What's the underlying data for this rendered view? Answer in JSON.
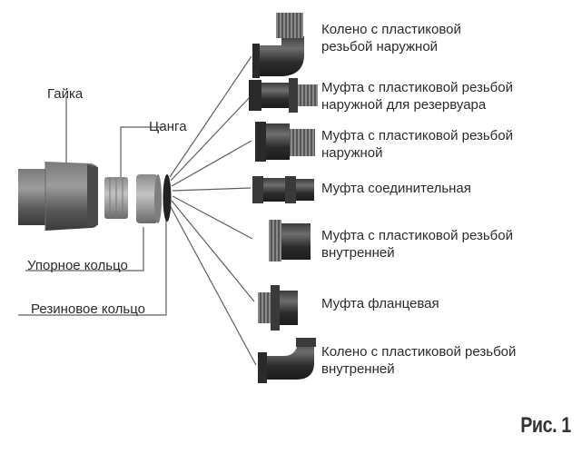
{
  "colors": {
    "part_dark": "#2e2e2e",
    "part_mid": "#5a5a5a",
    "part_light": "#9a9a9a",
    "leader_line": "#5f5f5f",
    "text": "#2b2b2b"
  },
  "assembly_parts": [
    {
      "key": "nut",
      "label": "Гайка"
    },
    {
      "key": "collet",
      "label": "Цанга"
    },
    {
      "key": "thrust_ring",
      "label": "Упорное кольцо"
    },
    {
      "key": "rubber_ring",
      "label": "Резиновое кольцо"
    }
  ],
  "fittings": [
    {
      "key": "elbow_male",
      "icon": "elbow-fitting-icon",
      "line1": "Колено с пластиковой",
      "line2": "резьбой наружной"
    },
    {
      "key": "tank_male",
      "icon": "tank-coupling-icon",
      "line1": "Муфта с пластиковой резьбой",
      "line2": "наружной для резервуара"
    },
    {
      "key": "coupling_male",
      "icon": "male-coupling-icon",
      "line1": "Муфта с пластиковой резьбой",
      "line2": "наружной"
    },
    {
      "key": "connector",
      "icon": "straight-connector-icon",
      "line1": "Муфта соединительная",
      "line2": ""
    },
    {
      "key": "coupling_female",
      "icon": "female-coupling-icon",
      "line1": "Муфта с пластиковой резьбой",
      "line2": "внутренней"
    },
    {
      "key": "flange",
      "icon": "flange-coupling-icon",
      "line1": "Муфта фланцевая",
      "line2": ""
    },
    {
      "key": "elbow_female",
      "icon": "elbow-fitting-icon",
      "line1": "Колено с пластиковой резьбой",
      "line2": "внутренней"
    }
  ],
  "figure_caption": "Рис. 1"
}
